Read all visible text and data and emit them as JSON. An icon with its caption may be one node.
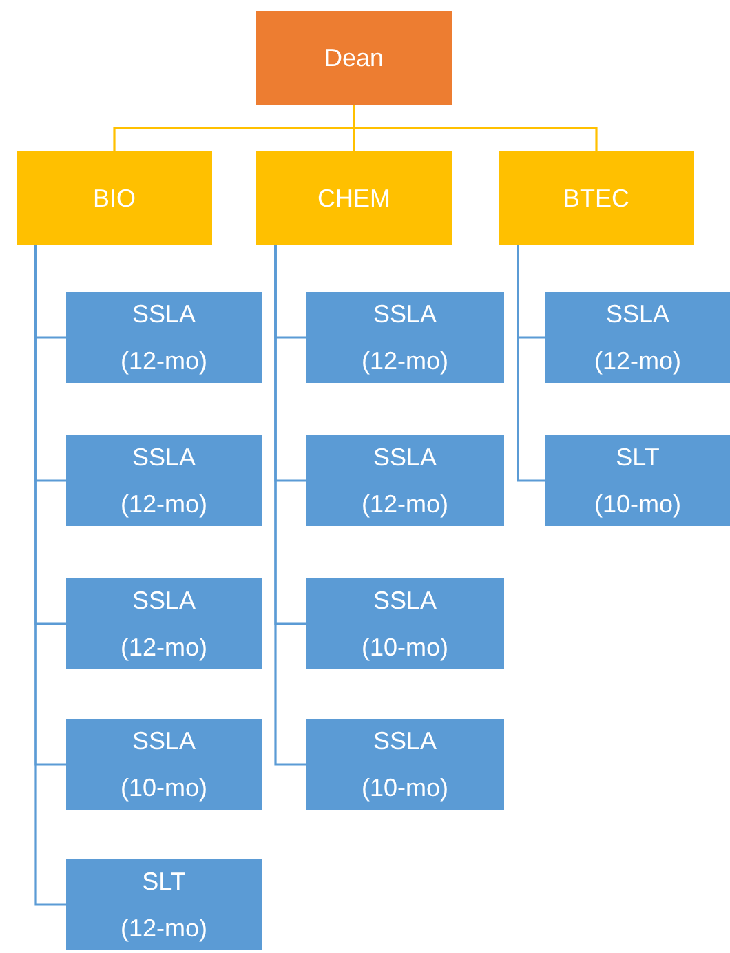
{
  "diagram": {
    "nodes": [
      {
        "text": [
          "Dean"
        ]
      },
      {
        "text": [
          "BIO"
        ]
      },
      {
        "text": [
          "CHEM"
        ]
      },
      {
        "text": [
          "BTEC"
        ]
      },
      {
        "text": [
          "SSLA (12-mo)"
        ]
      },
      {
        "text": [
          "SSLA (12-mo)"
        ]
      },
      {
        "text": [
          "SSLA (12-mo)"
        ]
      },
      {
        "text": [
          "SSLA (10-mo)"
        ]
      },
      {
        "text": [
          "SLT (12-mo)"
        ]
      },
      {
        "text": [
          "SSLA (12-mo)"
        ]
      },
      {
        "text": [
          "SSLA (12-mo)"
        ]
      },
      {
        "text": [
          "SSLA (10-mo)"
        ]
      },
      {
        "text": [
          "SSLA (10-mo)"
        ]
      },
      {
        "text": [
          "SSLA (12-mo)"
        ]
      },
      {
        "text": [
          "SLT (10-mo)"
        ]
      }
    ],
    "edges": [
      {
        "from": 0,
        "to": 1,
        "arrow": "none",
        "color": "#ffc000"
      },
      {
        "from": 0,
        "to": 2,
        "arrow": "none",
        "color": "#ffc000"
      },
      {
        "from": 0,
        "to": 3,
        "arrow": "none",
        "color": "#ffc000"
      },
      {
        "from": 1,
        "to": 4,
        "arrow": "none",
        "color": "#5b9bd5"
      },
      {
        "from": 1,
        "to": 5,
        "arrow": "none",
        "color": "#5b9bd5"
      },
      {
        "from": 1,
        "to": 6,
        "arrow": "none",
        "color": "#5b9bd5"
      },
      {
        "from": 1,
        "to": 7,
        "arrow": "none",
        "color": "#5b9bd5"
      },
      {
        "from": 1,
        "to": 8,
        "arrow": "none",
        "color": "#5b9bd5"
      },
      {
        "from": 2,
        "to": 9,
        "arrow": "none",
        "color": "#5b9bd5"
      },
      {
        "from": 2,
        "to": 10,
        "arrow": "none",
        "color": "#5b9bd5"
      },
      {
        "from": 2,
        "to": 11,
        "arrow": "none",
        "color": "#5b9bd5"
      },
      {
        "from": 2,
        "to": 12,
        "arrow": "none",
        "color": "#5b9bd5"
      },
      {
        "from": 3,
        "to": 13,
        "arrow": "none",
        "color": "#5b9bd5"
      },
      {
        "from": 3,
        "to": 14,
        "arrow": "none",
        "color": "#5b9bd5"
      }
    ]
  }
}
